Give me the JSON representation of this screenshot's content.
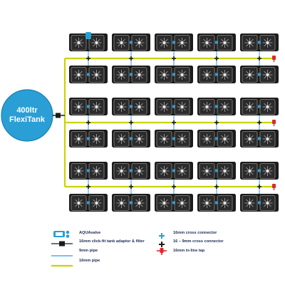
{
  "tank": {
    "line1": "400ltr",
    "line2": "FlexiTank"
  },
  "layout": {
    "pot_rows": 6,
    "trays_per_row": 5,
    "pots_per_tray": 2
  },
  "colors": {
    "tank_blue": "#2a9fd6",
    "pipe_16mm": "#c8d400",
    "pipe_9mm": "#2a9fd6",
    "tray": "#1c1c1c",
    "pot_frame": "#8a8a8a",
    "tap": "#e0262a",
    "legend_text": "#1d2a55"
  },
  "legend": [
    {
      "icon": "aquavalve-icon",
      "label": "AQUAvalve"
    },
    {
      "icon": "tank-adaptor-icon",
      "label": "16mm click-fit tank adaptor & filter"
    },
    {
      "icon": "pipe-9mm-icon",
      "label": "9mm pipe"
    },
    {
      "icon": "pipe-16mm-icon",
      "label": "16mm pipe"
    },
    {
      "icon": "cross-connector-16mm-icon",
      "label": "16mm cross connector"
    },
    {
      "icon": "cross-connector-16-9mm-icon",
      "label": "16 – 9mm cross connector"
    },
    {
      "icon": "inline-tap-icon",
      "label": "16mm in-line tap"
    }
  ]
}
